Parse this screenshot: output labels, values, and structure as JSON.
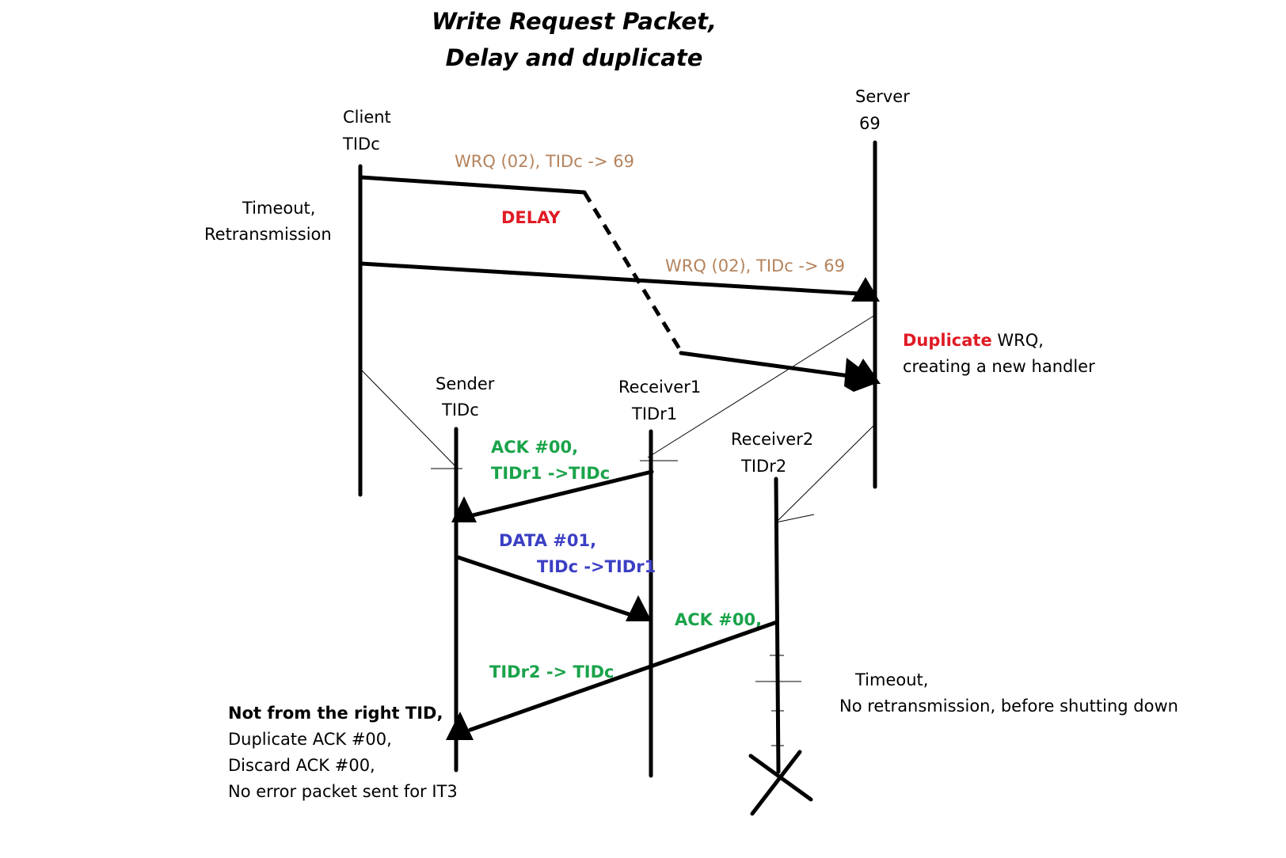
{
  "title": {
    "line1": "Write Request Packet,",
    "line2": "Delay and duplicate"
  },
  "client": {
    "name": "Client",
    "tid": "TIDc"
  },
  "server": {
    "name": "Server",
    "port": "69"
  },
  "sender": {
    "name": "Sender",
    "tid": "TIDc"
  },
  "receiver1": {
    "name": "Receiver1",
    "tid": "TIDr1"
  },
  "receiver2": {
    "name": "Receiver2",
    "tid": "TIDr2"
  },
  "messages": {
    "wrq_delayed": "WRQ (02), TIDc -> 69",
    "delay": "DELAY",
    "wrq_retransmit": "WRQ (02), TIDc -> 69",
    "ack_r1_line1": "ACK #00,",
    "ack_r1_line2": "TIDr1 ->TIDc",
    "data_line1": "DATA #01,",
    "data_line2": "TIDc ->TIDr1",
    "ack_r2_line1": "ACK #00,",
    "ack_r2_line2": "TIDr2 -> TIDc"
  },
  "notes": {
    "client_timeout_line1": "Timeout,",
    "client_timeout_line2": "Retransmission",
    "duplicate_word": "Duplicate",
    "duplicate_rest": " WRQ,",
    "duplicate_line2": "creating a new handler",
    "r2_timeout_line1": "Timeout,",
    "r2_timeout_line2": "No retransmission, before shutting down",
    "wrong_tid_line1": "Not from the right TID,",
    "wrong_tid_line2": "Duplicate ACK #00,",
    "wrong_tid_line3": "Discard ACK #00,",
    "wrong_tid_line4": "No error packet sent for IT3"
  },
  "colors": {
    "wrq": "#b5835c",
    "delay": "#e01b24",
    "ack": "#1aa34a",
    "data": "#3b3fc4"
  }
}
